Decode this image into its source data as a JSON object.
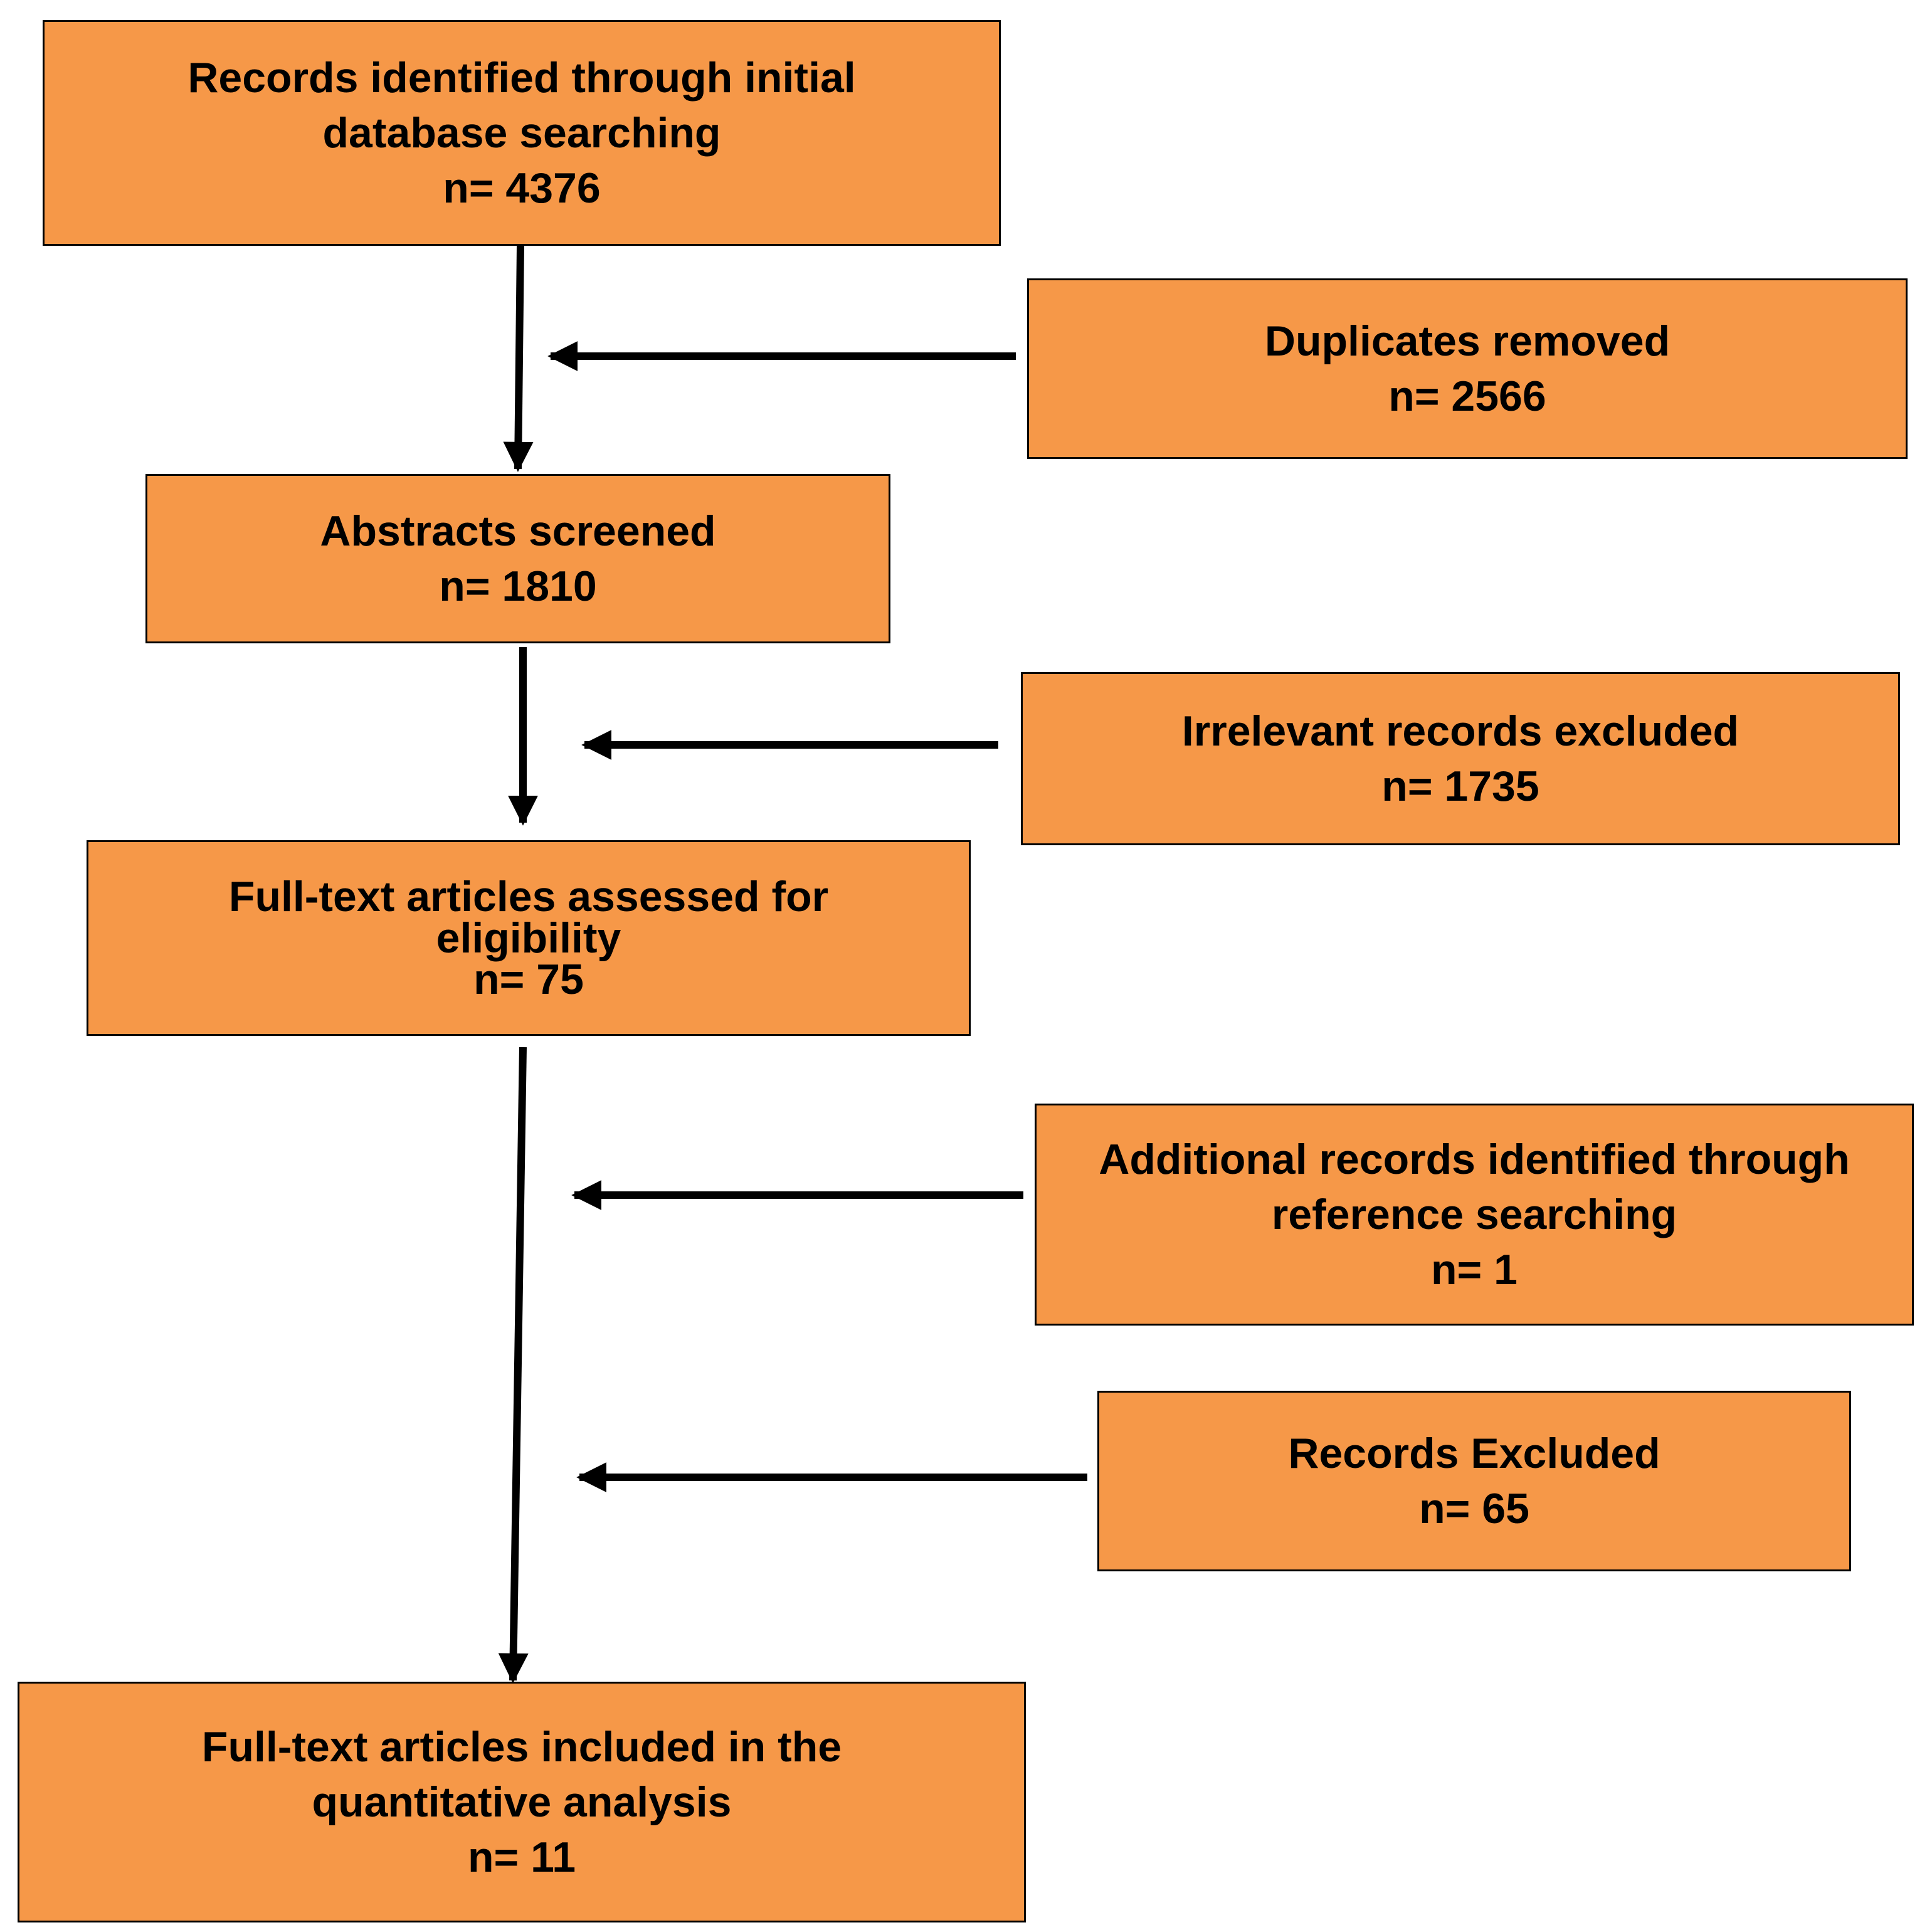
{
  "colors": {
    "box_fill": "#f69848",
    "box_border": "#000000",
    "arrow": "#000000",
    "text": "#000000"
  },
  "nodes": {
    "initial_search": {
      "lines": [
        "Records identified through initial",
        "database searching",
        "n= 4376"
      ]
    },
    "duplicates_removed": {
      "lines": [
        "Duplicates removed",
        "n= 2566"
      ]
    },
    "abstracts_screened": {
      "lines": [
        "Abstracts screened",
        "n= 1810"
      ]
    },
    "irrelevant_excluded": {
      "lines": [
        "Irrelevant records excluded",
        "n= 1735"
      ]
    },
    "full_text_assessed": {
      "lines": [
        "Full-text articles assessed for",
        "eligibility",
        "n= 75"
      ]
    },
    "reference_searching": {
      "lines": [
        "Additional records identified through",
        "reference searching",
        "n= 1"
      ]
    },
    "records_excluded": {
      "lines": [
        "Records Excluded",
        "n= 65"
      ]
    },
    "included_quantitative": {
      "lines": [
        "Full-text articles included in the",
        "quantitative analysis",
        "n= 11"
      ]
    }
  },
  "edges": [
    {
      "from": "initial_search",
      "to": "abstracts_screened"
    },
    {
      "from": "duplicates_removed",
      "to": "initial_search-abstracts_screened-link"
    },
    {
      "from": "abstracts_screened",
      "to": "full_text_assessed"
    },
    {
      "from": "irrelevant_excluded",
      "to": "abstracts_screened-full_text_assessed-link"
    },
    {
      "from": "full_text_assessed",
      "to": "included_quantitative"
    },
    {
      "from": "reference_searching",
      "to": "full_text_assessed-included_quantitative-link"
    },
    {
      "from": "records_excluded",
      "to": "full_text_assessed-included_quantitative-link"
    }
  ]
}
